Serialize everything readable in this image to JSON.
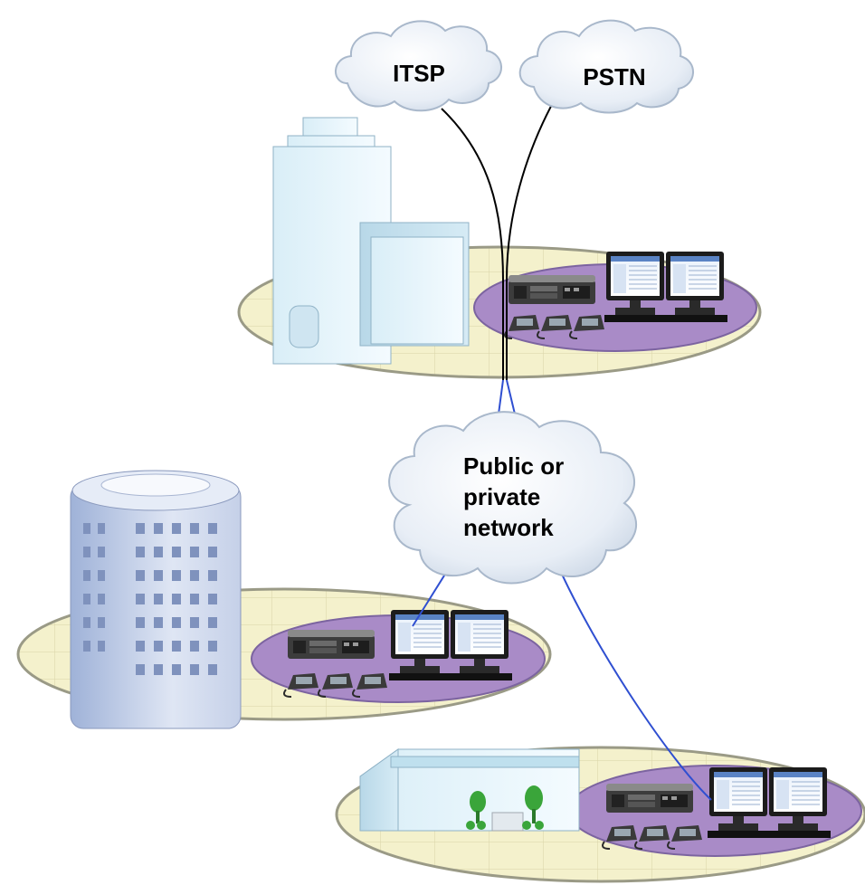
{
  "clouds": {
    "itsp": "ITSP",
    "pstn": "PSTN",
    "network_line1": "Public or",
    "network_line2": "private",
    "network_line3": "network"
  },
  "colors": {
    "pad": "#f3f0c8",
    "pad_border": "#9a9a86",
    "lan": "#a98bc7",
    "cloud": "#e9f0f8",
    "trunk_line": "#000000",
    "network_line": "#2f4fd1"
  },
  "icons": [
    "cloud",
    "office-tower",
    "pbx-unit",
    "desk-phone",
    "desktop-computer",
    "shrub"
  ]
}
